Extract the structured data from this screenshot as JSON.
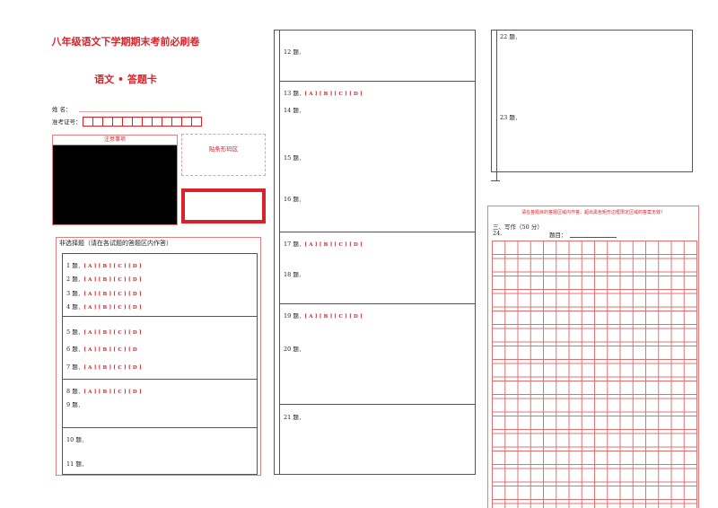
{
  "header": {
    "title": "八年级语文下学期期末考前必刷卷",
    "subtitle": "语文 • 答题卡"
  },
  "student": {
    "name_label": "姓    名：",
    "exam_no_label": "准考证号："
  },
  "notice": {
    "title": "注意事项"
  },
  "barcode": {
    "label": "贴条形码区"
  },
  "mcq_section": {
    "title": "非选择题（请在各试题的答题区内作答）"
  },
  "options_full": "[ A ] [ B ] [ C ] [ D ]",
  "options_6": "[ A ] [ B ] [ C ] [ D",
  "col1_questions": {
    "q1": "1 题．",
    "q2": "2 题．",
    "q3": "3 题．",
    "q4": "4 题．",
    "q5": "5 题．",
    "q6": "6 题．",
    "q7": "7 题．",
    "q8": "8 题．",
    "q9": "9 题．",
    "q10": "10 题．",
    "q11": "11 题．"
  },
  "col2_questions": {
    "q12": "12 题．",
    "q13": "13 题．",
    "q14": "14 题．",
    "q15": "15 题．",
    "q16": "16 题．",
    "q17": "17 题．",
    "q18": "18 题．",
    "q19": "19 题．",
    "q20": "20 题．",
    "q21": "21 题．"
  },
  "col3_questions": {
    "q22": "22 题．",
    "q23": "23 题．"
  },
  "writing": {
    "warning": "请在各题目的答题区域内作答，超出黑色矩形边框限定区域的答案无效！",
    "section_title": "三、写作（50 分）",
    "q24": "24.",
    "topic_label": "题目："
  },
  "colors": {
    "accent": "#d8232a",
    "border": "#555555"
  }
}
